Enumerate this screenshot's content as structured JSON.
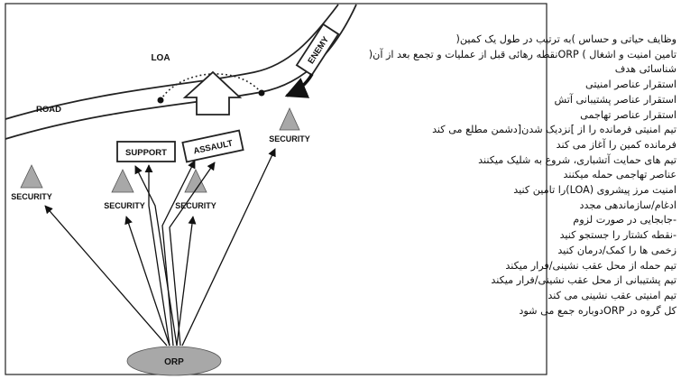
{
  "diagram": {
    "road_label": "ROAD",
    "loa_label": "LOA",
    "enemy_label": "ENEMY",
    "support_label": "SUPPORT",
    "assault_label": "ASSAULT",
    "security_label": "SECURITY",
    "orp_label": "ORP"
  },
  "notes": [
    "وظایف حیاتی و حساس )به ترتیب در طول یک کمین(",
    "تامین امنیت و اشغال ) ORPنقطه رهائی قبل از عملیات و تجمع بعد از آن(",
    "شناسائی هدف",
    "استقرار عناصر امنیتی",
    "استقرار عناصر پشتیبانی آتش",
    "استقرار عناصر تهاجمی",
    "تیم امنیتی فرمانده را از ]نزدیک شدن[دشمن مطلع می کند",
    "فرمانده کمین را آغاز می کند",
    "تیم های حمایت آتشباری، شروع به شلیک میکنند",
    "عناصر تهاجمی حمله میکنند",
    "امنیت مرز پیشروی (LOA)را تامین کنید",
    "ادغام/سازماندهی مجدد",
    "-جابجایی در صورت لزوم",
    "-نقطه کشتار را جستجو کنید",
    "زخمی ها را کمک/درمان کنید",
    "تیم حمله از محل عقب نشینی/فرار میکند",
    "تیم پشتیبانی از محل عقب نشینی/فرار میکند",
    "تیم امنیتی عقب نشینی می کند",
    "کل گروه در ORPدوباره جمع می شود"
  ]
}
